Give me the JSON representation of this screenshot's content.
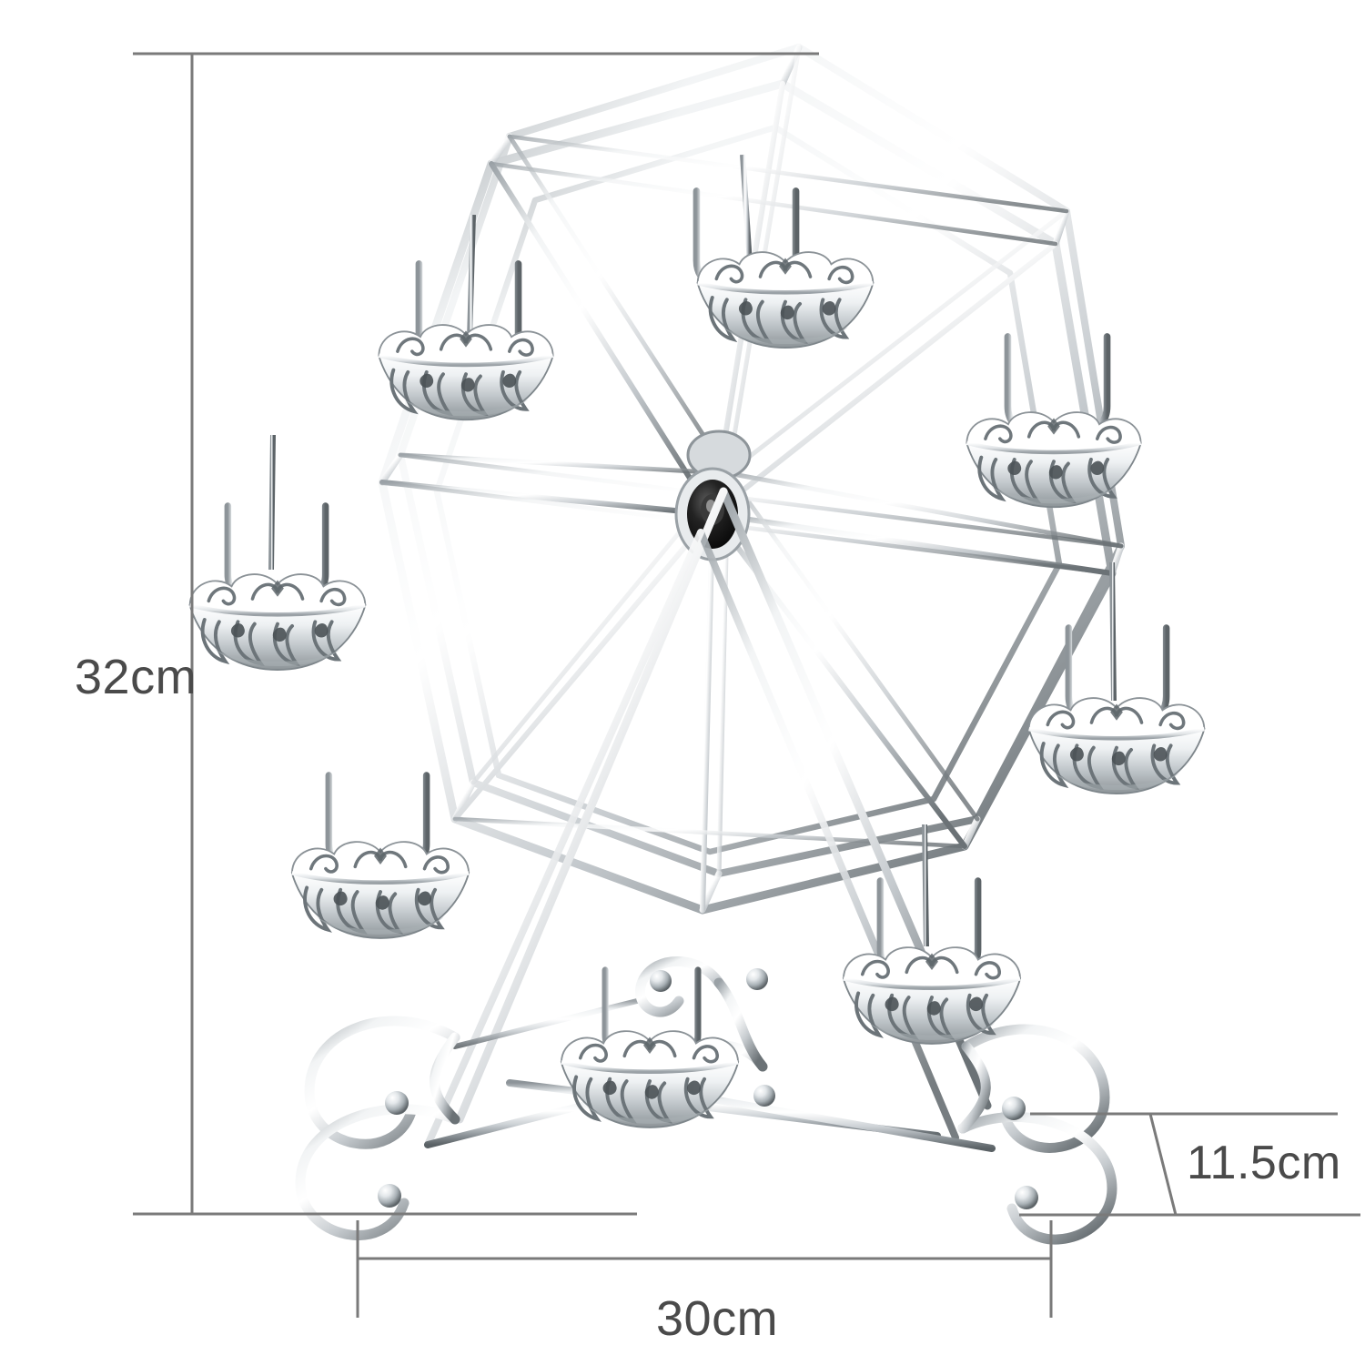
{
  "product": {
    "name": "ferris-wheel-cupcake-stand",
    "material_finish": "polished chrome / silver plated metal wire",
    "basket_count": 8,
    "basket_style": "ornate filigree scrollwork cup holder",
    "base_style": "scrolled wire feet with ball finials",
    "hub_color": "#1a1a1a",
    "metal_light": "#ffffff",
    "metal_mid": "#c9cdd2",
    "metal_dark": "#6d7479",
    "metal_shadow": "#3c4144"
  },
  "background": {
    "color": "#ffffff"
  },
  "dimensions": {
    "line_color": "#7a7a7a",
    "text_color": "#4a4a4a",
    "height": {
      "value": "32cm",
      "axis": "vertical",
      "side": "left"
    },
    "width": {
      "value": "30cm",
      "axis": "horizontal",
      "side": "bottom"
    },
    "depth": {
      "value": "11.5cm",
      "axis": "diagonal",
      "side": "right"
    }
  },
  "icons": {
    "height_dimension": "vertical-dimension-line-icon",
    "width_dimension": "horizontal-dimension-line-icon",
    "depth_dimension": "diagonal-dimension-line-icon"
  }
}
